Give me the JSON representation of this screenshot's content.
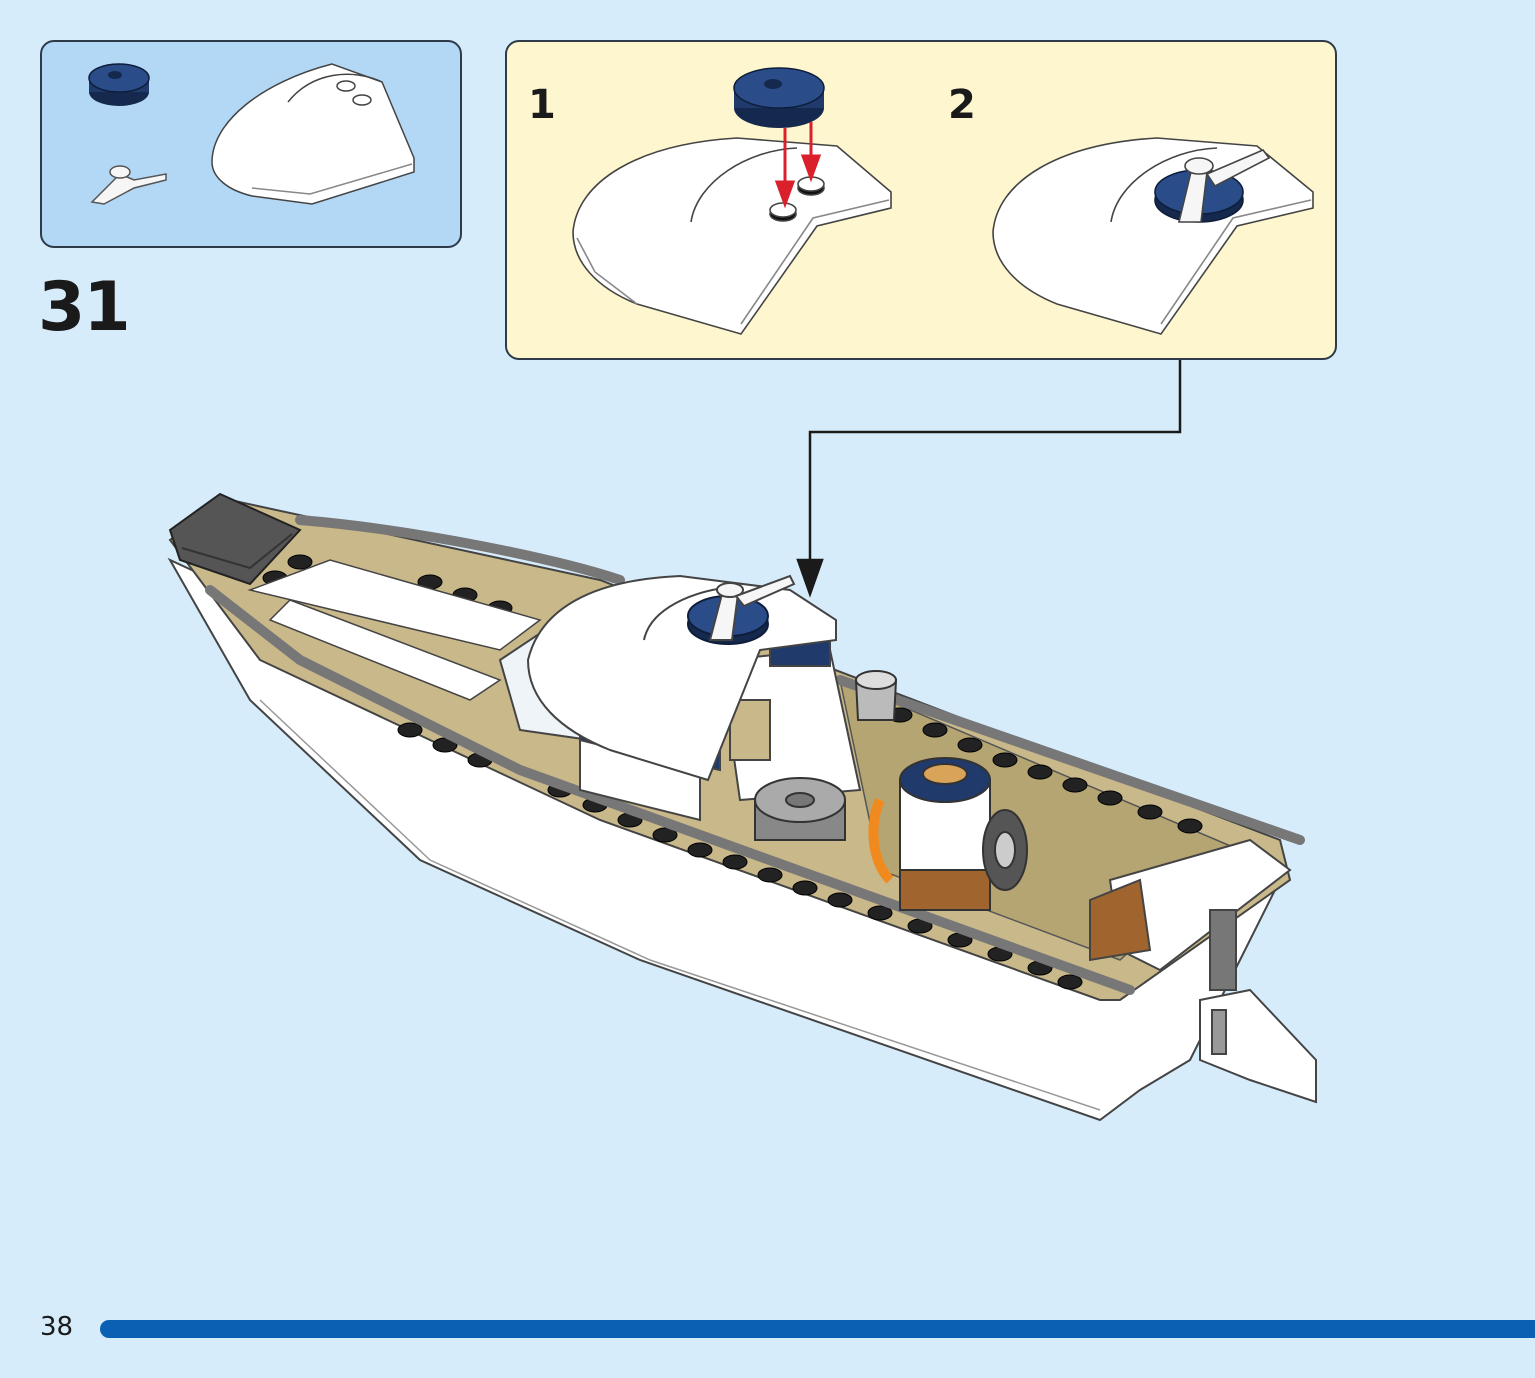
{
  "step": {
    "number": "31"
  },
  "substeps": [
    {
      "label": "1"
    },
    {
      "label": "2"
    }
  ],
  "parts": [
    {
      "icon": "round-tile-2x2-dark-blue-icon"
    },
    {
      "icon": "lever-handle-white-icon"
    },
    {
      "icon": "curved-windscreen-white-icon"
    }
  ],
  "footer": {
    "page_number": "38"
  },
  "colors": {
    "page_bg": "#d6ecfb",
    "parts_box_bg": "#b3d8f5",
    "substep_box_bg": "#fdf6cf",
    "dark_blue": "#1f3a6b",
    "tan": "#c8b88a",
    "accent_arrow": "#d9202b",
    "progress_bar": "#0a61b4"
  }
}
